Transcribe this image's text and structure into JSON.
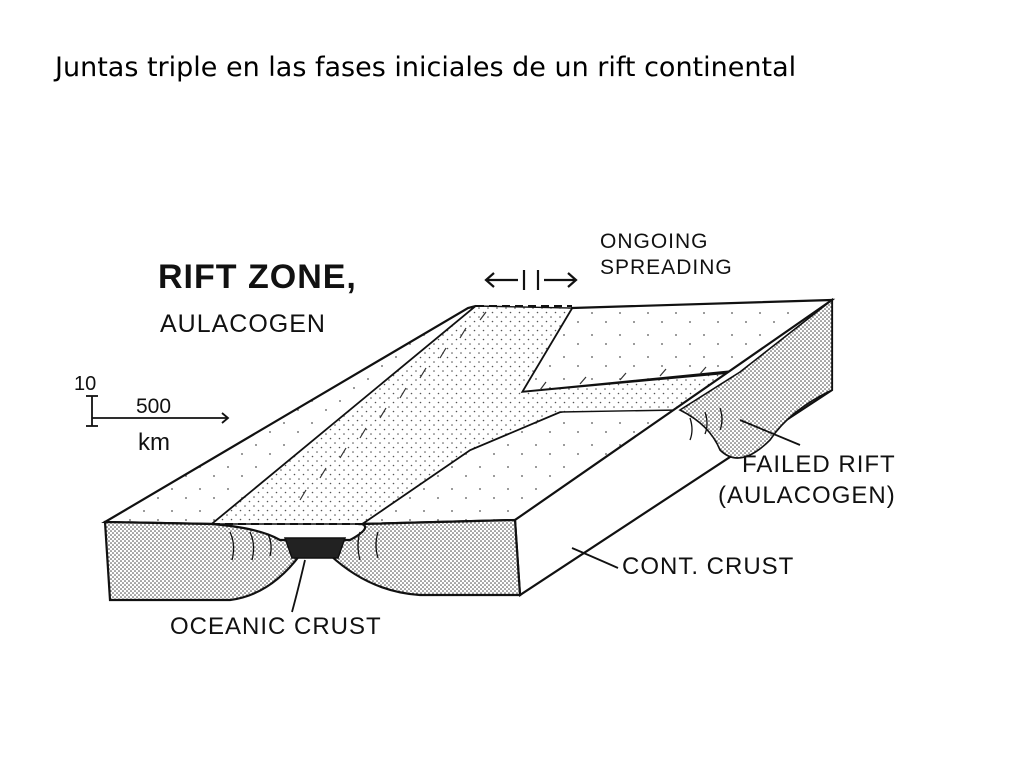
{
  "slide": {
    "title": "Juntas triple en las fases iniciales de un rift continental"
  },
  "diagram": {
    "labels": {
      "rift_zone": "RIFT ZONE,",
      "aulacogen": "AULACOGEN",
      "ongoing": "ONGOING",
      "spreading": "SPREADING",
      "failed_rift": "FAILED RIFT",
      "failed_rift_sub": "(AULACOGEN)",
      "cont_crust": "CONT. CRUST",
      "oceanic_crust": "OCEANIC CRUST"
    },
    "scale": {
      "vertical": "10",
      "horizontal": "500",
      "unit": "km"
    },
    "colors": {
      "ink": "#111111",
      "paper": "#ffffff",
      "stipple": "#555555"
    }
  }
}
